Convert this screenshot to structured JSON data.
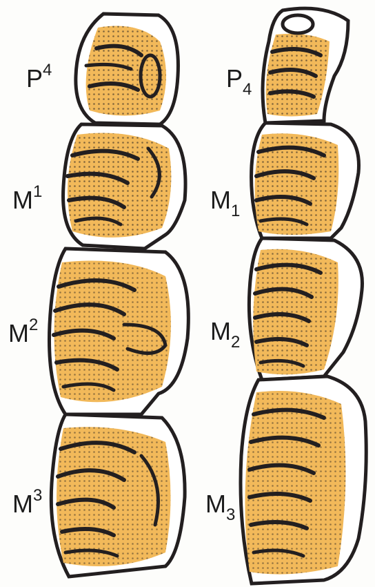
{
  "upper_row": {
    "teeth": [
      {
        "name": "P4",
        "base": "P",
        "index": "4",
        "position": "sup"
      },
      {
        "name": "M1",
        "base": "M",
        "index": "1",
        "position": "sup"
      },
      {
        "name": "M2",
        "base": "M",
        "index": "2",
        "position": "sup"
      },
      {
        "name": "M3",
        "base": "M",
        "index": "3",
        "position": "sup"
      }
    ]
  },
  "lower_row": {
    "teeth": [
      {
        "name": "P4",
        "base": "P",
        "index": "4",
        "position": "sub"
      },
      {
        "name": "M1",
        "base": "M",
        "index": "1",
        "position": "sub"
      },
      {
        "name": "M2",
        "base": "M",
        "index": "2",
        "position": "sub"
      },
      {
        "name": "M3",
        "base": "M",
        "index": "3",
        "position": "sub"
      }
    ]
  },
  "colors": {
    "enamel_outline": "#231f20",
    "dentine_fill": "#f2b95a",
    "background": "#fdfdfb",
    "cementum": "#ffffff"
  }
}
